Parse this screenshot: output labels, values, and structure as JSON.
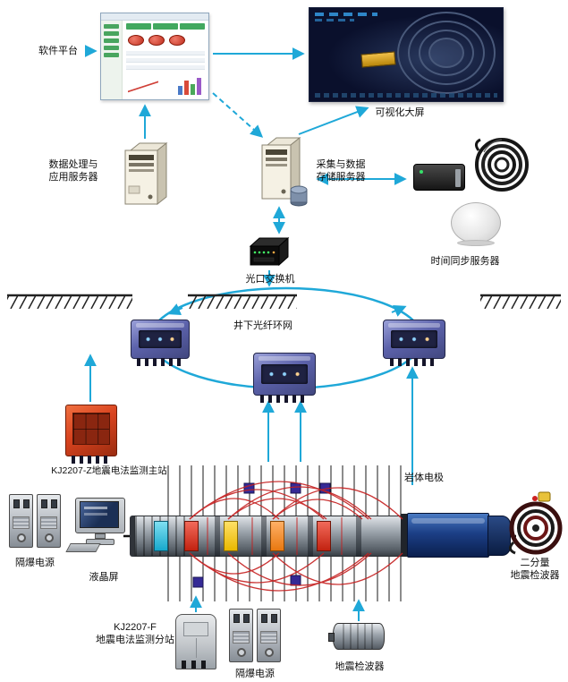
{
  "labels": {
    "software_platform": "软件平台",
    "visualization_screen": "可视化大屏",
    "data_server_line1": "数据处理与",
    "data_server_line2": "应用服务器",
    "storage_server_line1": "采集与数据",
    "storage_server_line2": "存储服务器",
    "time_sync_server": "时间同步服务器",
    "optical_switch": "光口交换机",
    "ring_network": "井下光纤环网",
    "main_station": "KJ2207-Z地震电法监测主站",
    "rock_electrode": "岩体电极",
    "power_left": "隔爆电源",
    "lcd_screen": "液晶屏",
    "substation_f_line1": "KJ2207-F",
    "substation_f_line2": "地震电法监测分站",
    "power_bottom": "隔爆电源",
    "geophone": "地震检波器",
    "two_component_line1": "二分量",
    "two_component_line2": "地震检波器"
  },
  "colors": {
    "arrow": "#1fa8d8",
    "ring": "#1fa8d8",
    "field_lines": "#c51f1f",
    "substation_body": "#5c62ab",
    "main_station_body": "#d8431f",
    "probe_blue": "#1c3f86"
  },
  "devices": [
    "software-platform-window",
    "visualization-screen",
    "app-server",
    "storage-server",
    "time-sync-receiver",
    "antenna-cable-coil",
    "gps-dome-antenna",
    "optical-switch",
    "fiber-ring-network",
    "substation-left",
    "substation-middle",
    "substation-right",
    "main-station",
    "borehole-electrode-array",
    "explosion-proof-power-left",
    "lcd-monitor",
    "substation-f-box",
    "explosion-proof-power-bottom",
    "geophone",
    "two-component-geophone"
  ]
}
